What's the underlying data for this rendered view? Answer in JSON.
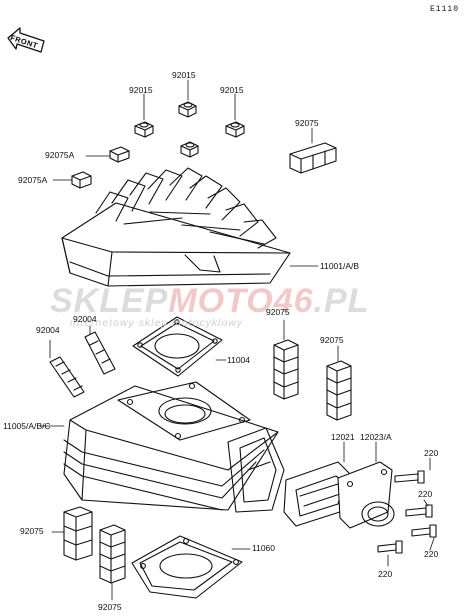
{
  "diagram_code": "E1110",
  "front_label": "FRONT",
  "watermark": {
    "main_part1": "SKLEP",
    "main_part2": "MOTO46",
    "main_part3": ".PL",
    "sub": "internetowy sklep motocyklowy"
  },
  "parts": {
    "nut_left": "92015",
    "nut_top": "92015",
    "nut_right": "92015",
    "damper_92075A_upper": "92075A",
    "damper_92075A_lower": "92075A",
    "damper_group_top_right": "92075",
    "cylinder_head": "11001/A/B",
    "stud_left": "92004",
    "stud_right": "92004",
    "head_gasket": "11004",
    "damper_group_middle": "92075",
    "damper_group_right": "92075",
    "cylinder": "11005/A/B/C",
    "reed_valve": "12021",
    "intake_pipe": "12023/A",
    "bolt_top": "220",
    "bolt_middle": "220",
    "bolt_lower": "220",
    "bolt_bottom": "220",
    "damper_group_bottom_left": "92075",
    "damper_group_bottom": "92075",
    "base_gasket": "11060"
  }
}
